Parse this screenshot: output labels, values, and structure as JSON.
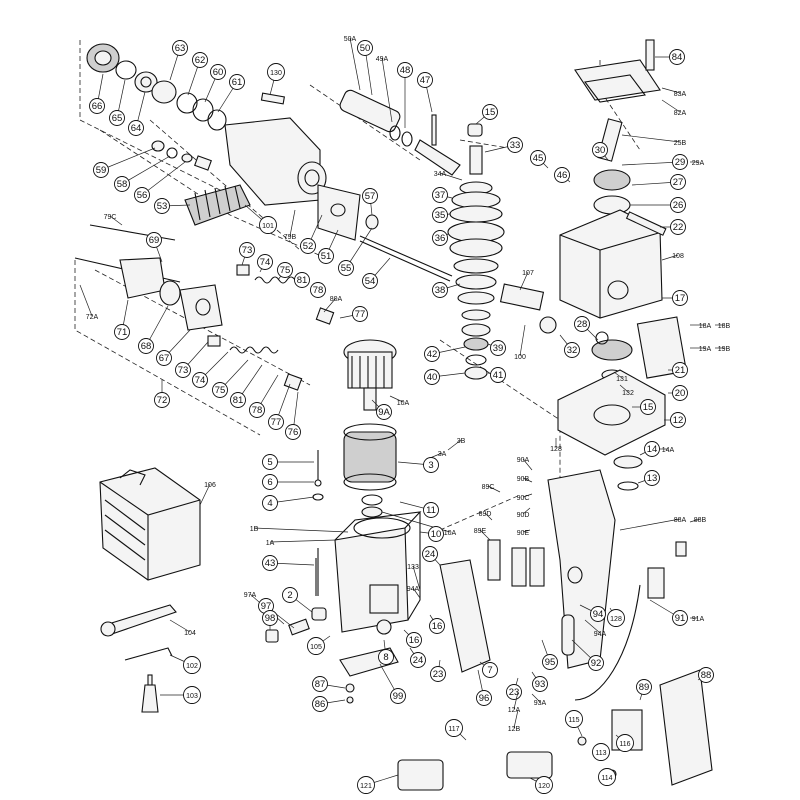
{
  "labels": [
    "84",
    "83A",
    "82A",
    "25B",
    "30",
    "29",
    "29A",
    "27",
    "26",
    "22",
    "108",
    "17",
    "18A",
    "18B",
    "19A",
    "19B",
    "21",
    "20",
    "15",
    "12",
    "14",
    "14A",
    "13",
    "131",
    "132",
    "28",
    "32",
    "100",
    "107",
    "45",
    "46",
    "33",
    "34A",
    "37",
    "35",
    "36",
    "38",
    "39",
    "41",
    "40",
    "42",
    "15",
    "16",
    "50A",
    "50",
    "49A",
    "48",
    "47",
    "130",
    "63",
    "62",
    "60",
    "61",
    "66",
    "65",
    "64",
    "59",
    "58",
    "56",
    "53",
    "101",
    "79B",
    "52",
    "51",
    "55",
    "57",
    "54",
    "79C",
    "69",
    "73",
    "74",
    "75",
    "81",
    "78",
    "80A",
    "77",
    "72A",
    "71",
    "68",
    "67",
    "73",
    "74",
    "75",
    "81",
    "78",
    "77",
    "76",
    "72",
    "9A",
    "10A",
    "3B",
    "3A",
    "3",
    "5",
    "6",
    "4",
    "11",
    "10A",
    "1B",
    "1A",
    "43",
    "2",
    "97A",
    "97",
    "98",
    "105",
    "99",
    "87",
    "86",
    "104",
    "102",
    "103",
    "106",
    "90A",
    "90B",
    "89C",
    "90C",
    "89D",
    "90D",
    "89E",
    "90E",
    "24",
    "133",
    "94A",
    "16",
    "24",
    "8",
    "23",
    "7",
    "96",
    "88A",
    "88B",
    "91",
    "91A",
    "128",
    "94",
    "94A",
    "95",
    "92",
    "93",
    "93A",
    "23",
    "12A",
    "12B",
    "117",
    "121",
    "120",
    "115",
    "113",
    "116",
    "114",
    "89",
    "88",
    "128",
    "10"
  ]
}
